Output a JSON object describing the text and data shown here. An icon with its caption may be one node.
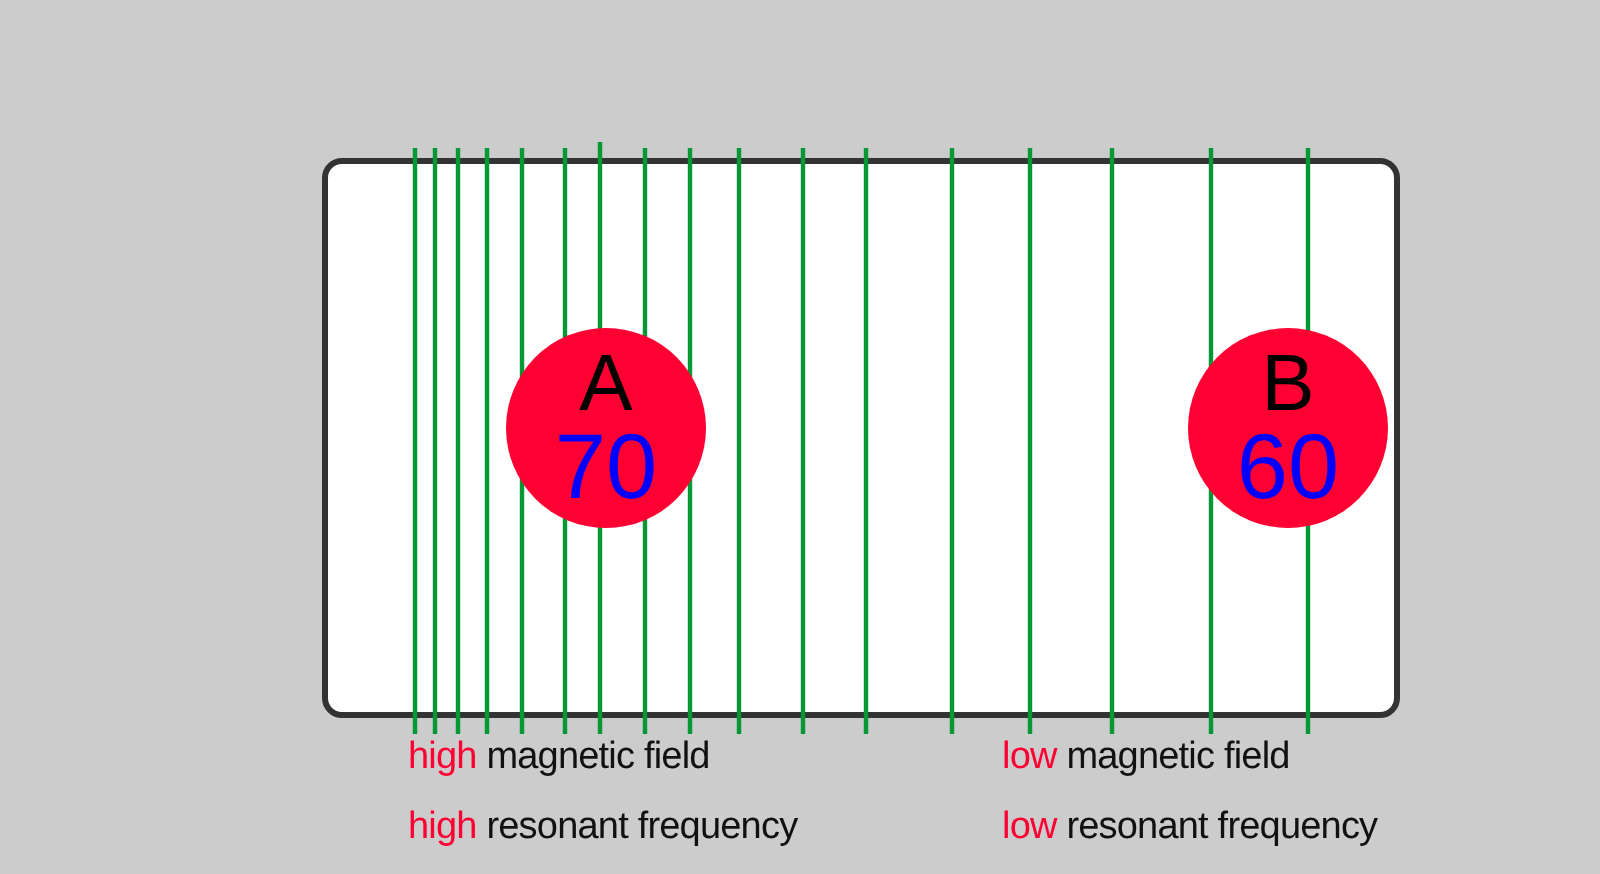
{
  "diagram": {
    "nodes": [
      {
        "text": [],
        "shape": "box"
      },
      {
        "text": [
          "A",
          "70"
        ],
        "in": 0
      },
      {
        "text": [
          "B",
          "60"
        ],
        "in": 0
      }
    ],
    "labels": [
      "high magnetic field",
      "low magnetic field",
      "high resonant frequency",
      "low resonant frequency"
    ]
  }
}
